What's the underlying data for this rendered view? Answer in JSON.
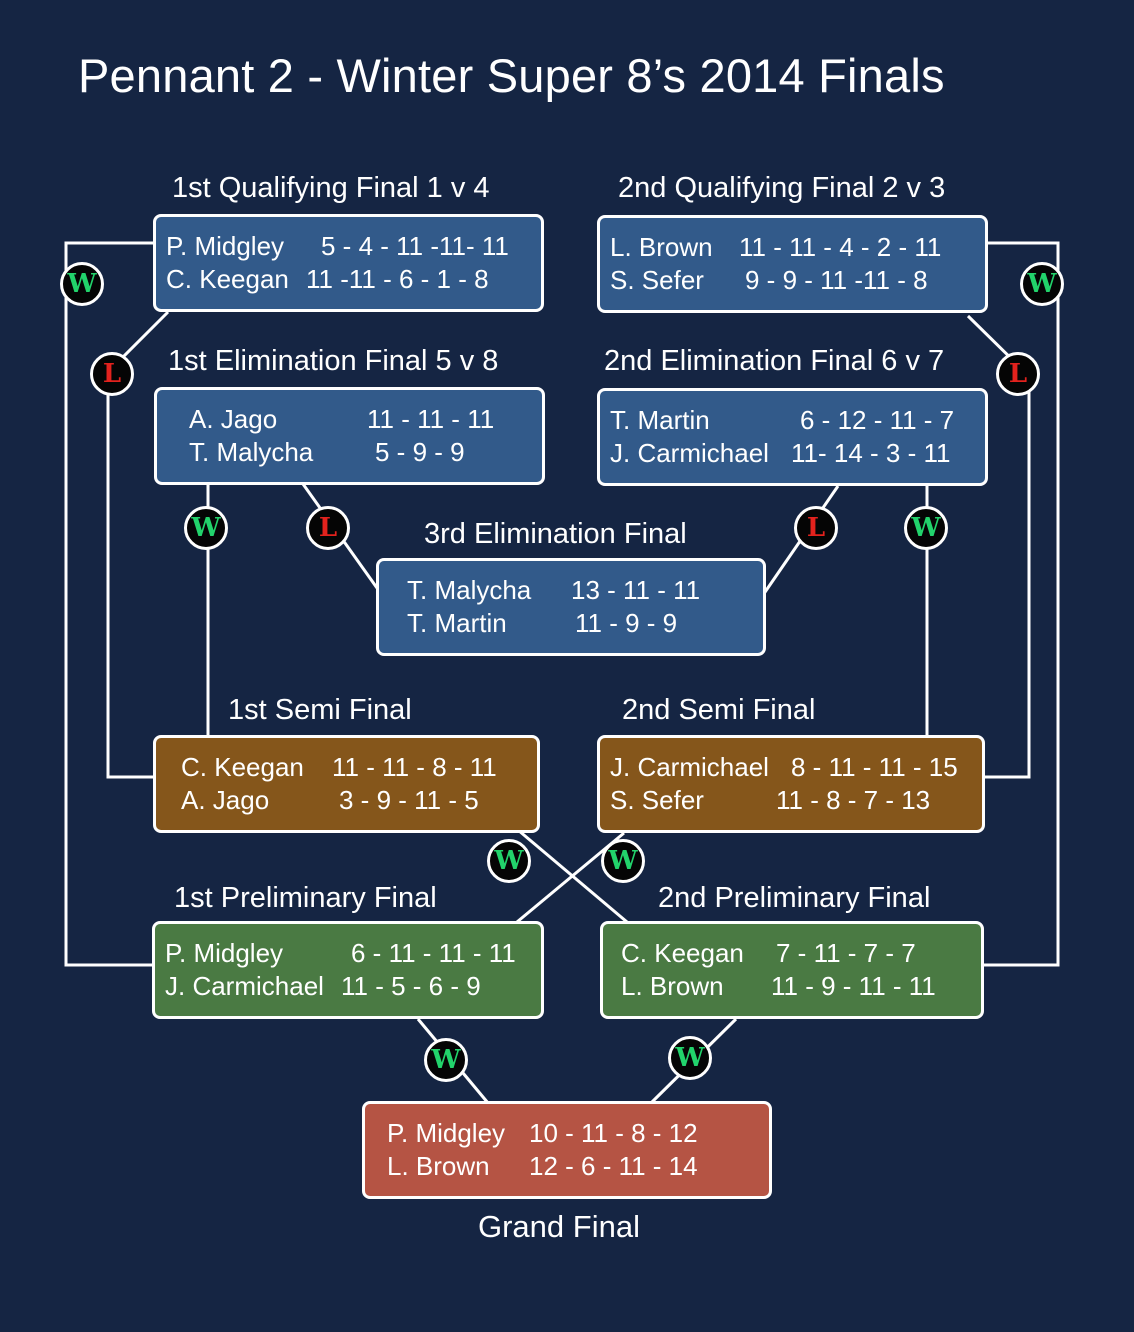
{
  "title": "Pennant 2 - Winter Super 8’s 2014 Finals",
  "colors": {
    "background": "#152543",
    "qualifying": "#325a8a",
    "semi": "#85561b",
    "preliminary": "#4a7a43",
    "grand": "#b55444",
    "win_badge": "#22d36b",
    "loss_badge": "#e3221d"
  },
  "badges": {
    "win": "W",
    "loss": "L"
  },
  "matches": {
    "qf1": {
      "label": "1st Qualifying Final 1 v 4",
      "players": [
        {
          "name": "P. Midgley",
          "scores": "5 - 4 - 11 -11- 11"
        },
        {
          "name": "C. Keegan",
          "scores": "11 -11 - 6  - 1 -  8"
        }
      ]
    },
    "qf2": {
      "label": "2nd Qualifying Final 2 v 3",
      "players": [
        {
          "name": "L. Brown",
          "scores": "11 - 11 - 4  - 2 - 11"
        },
        {
          "name": "S. Sefer",
          "scores": "9  -  9 - 11 -11 - 8"
        }
      ]
    },
    "ef1": {
      "label": "1st Elimination Final 5 v 8",
      "players": [
        {
          "name": "A. Jago",
          "scores": "11 - 11 - 11"
        },
        {
          "name": "T. Malycha",
          "scores": "5  -  9  - 9"
        }
      ]
    },
    "ef2": {
      "label": "2nd Elimination Final 6 v 7",
      "players": [
        {
          "name": "T. Martin",
          "scores": "6 - 12 - 11 - 7"
        },
        {
          "name": "J. Carmichael",
          "scores": "11- 14  - 3 - 11"
        }
      ]
    },
    "ef3": {
      "label": "3rd Elimination Final",
      "players": [
        {
          "name": "T. Malycha",
          "scores": "13  -  11  -  11"
        },
        {
          "name": "T. Martin",
          "scores": "11  -   9   -  9"
        }
      ]
    },
    "sf1": {
      "label": "1st Semi Final",
      "players": [
        {
          "name": "C. Keegan",
          "scores": "11 - 11 - 8 - 11"
        },
        {
          "name": "A. Jago",
          "scores": "3  -  9 - 11 - 5"
        }
      ]
    },
    "sf2": {
      "label": "2nd Semi Final",
      "players": [
        {
          "name": "J. Carmichael",
          "scores": "8 - 11 - 11 - 15"
        },
        {
          "name": "S. Sefer",
          "scores": "11  -  8  -  7 - 13"
        }
      ]
    },
    "pf1": {
      "label": "1st Preliminary Final",
      "players": [
        {
          "name": "P. Midgley",
          "scores": "6 - 11 - 11 - 11"
        },
        {
          "name": "J. Carmichael",
          "scores": "11 -  5  -  6  -  9"
        }
      ]
    },
    "pf2": {
      "label": "2nd Preliminary Final",
      "players": [
        {
          "name": "C. Keegan",
          "scores": "7  - 11 -  7  -  7"
        },
        {
          "name": "L. Brown",
          "scores": "11 -  9  - 11 - 11"
        }
      ]
    },
    "gf": {
      "label": "Grand Final",
      "players": [
        {
          "name": "P. Midgley",
          "scores": "10  -  11  -  8  - 12"
        },
        {
          "name": "L. Brown",
          "scores": "12  -  6   -  11 - 14"
        }
      ]
    }
  }
}
